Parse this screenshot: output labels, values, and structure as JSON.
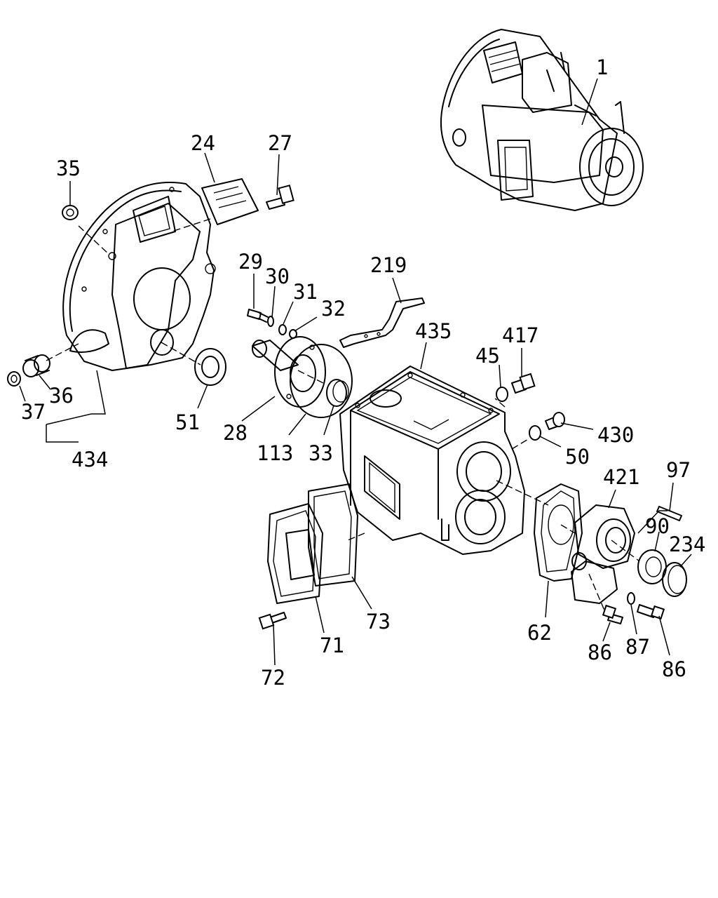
{
  "labels": {
    "p1": "1",
    "p24": "24",
    "p27": "27",
    "p35": "35",
    "p29": "29",
    "p30": "30",
    "p31": "31",
    "p32": "32",
    "p219": "219",
    "p435": "435",
    "p45": "45",
    "p417": "417",
    "p430": "430",
    "p50": "50",
    "p97": "97",
    "p421": "421",
    "p90": "90",
    "p234": "234",
    "p37": "37",
    "p36": "36",
    "p434": "434",
    "p51": "51",
    "p28": "28",
    "p113": "113",
    "p33": "33",
    "p62": "62",
    "p86a": "86",
    "p87": "87",
    "p86b": "86",
    "p71": "71",
    "p72": "72",
    "p73": "73"
  }
}
